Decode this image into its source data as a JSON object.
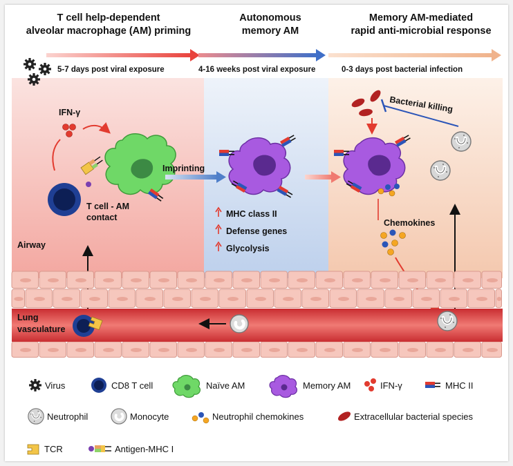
{
  "titles": {
    "col1": [
      "T cell help-dependent",
      "alveolar macrophage (AM) priming"
    ],
    "col2": [
      "Autonomous",
      "memory AM"
    ],
    "col3": [
      "Memory AM-mediated",
      "rapid anti-microbial response"
    ]
  },
  "timeline": {
    "step1": "5-7 days post viral exposure",
    "step2": "4-16 weeks post viral exposure",
    "step3": "0-3 days post bacterial infection"
  },
  "labels": {
    "ifn": "IFN-γ",
    "tcell_am_contact": [
      "T cell - AM",
      "contact"
    ],
    "imprinting": "Imprinting",
    "airway": "Airway",
    "lung_vasculature": [
      "Lung",
      "vasculature"
    ],
    "bacterial_killing": "Bacterial killing",
    "chemokines": "Chemokines",
    "effects": [
      "MHC class II",
      "Defense genes",
      "Glycolysis"
    ]
  },
  "legend": {
    "virus": "Virus",
    "cd8": "CD8 T cell",
    "naive_am": "Naïve AM",
    "memory_am": "Memory AM",
    "ifn": "IFN-γ",
    "mhc2": "MHC II",
    "neutrophil": "Neutrophil",
    "monocyte": "Monocyte",
    "chemokines": "Neutrophil chemokines",
    "bacteria": "Extracellular bacterial species",
    "tcr": "TCR",
    "antigen_mhc1": "Antigen-MHC I"
  },
  "colors": {
    "naive_am": "#6fd867",
    "memory_am": "#a85ae0",
    "cd8": "#1f3f94",
    "ifn": "#e23b2f",
    "bacteria": "#b22222",
    "airway_wash": "#f6b6b0",
    "memory_wash": "#c9d9f0",
    "vessel": "#d8353a"
  }
}
